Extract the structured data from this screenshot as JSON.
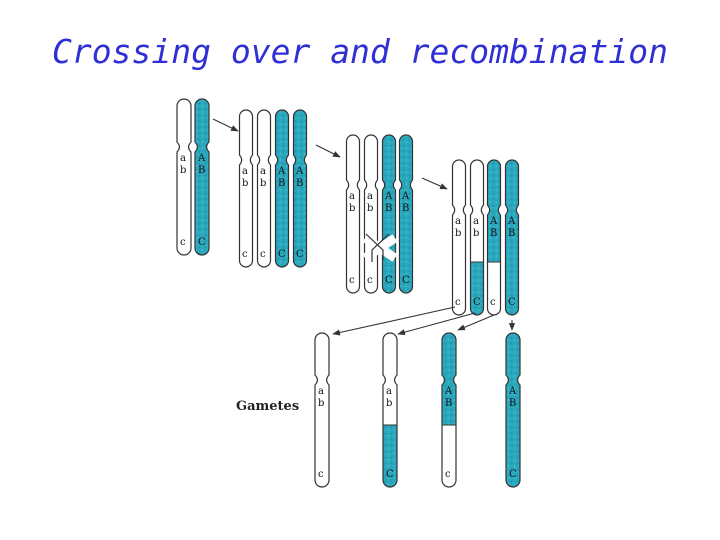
{
  "slide": {
    "title": "Crossing over and recombination",
    "gametes_label": "Gametes"
  },
  "colors": {
    "title": "#2f2fd6",
    "teal": "#2aa8bd",
    "outline": "#333333",
    "arrow": "#333333"
  },
  "gene_labels": {
    "white_top": [
      "a",
      "b"
    ],
    "white_bottom": "c",
    "teal_top": [
      "A",
      "B"
    ],
    "teal_bottom": "C"
  }
}
